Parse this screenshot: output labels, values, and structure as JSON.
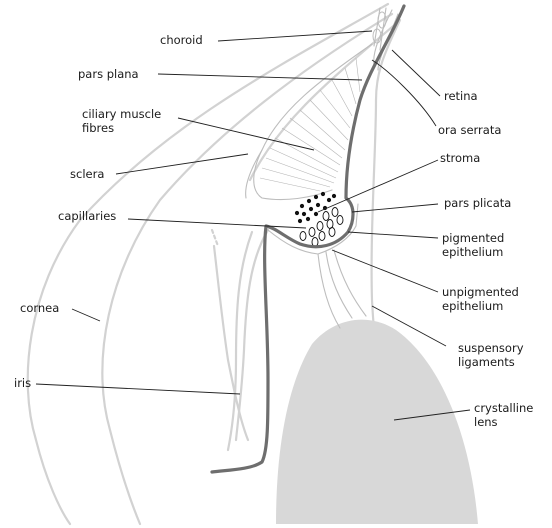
{
  "diagram": {
    "labels": {
      "choroid": "choroid",
      "pars_plana": "pars plana",
      "ciliary_muscle_line1": "ciliary muscle",
      "ciliary_muscle_line2": "fibres",
      "sclera": "sclera",
      "capillaries": "capillaries",
      "cornea": "cornea",
      "iris": "iris",
      "retina": "retina",
      "ora_serrata": "ora serrata",
      "stroma": "stroma",
      "pars_plicata": "pars plicata",
      "pigmented_line1": "pigmented",
      "pigmented_line2": "epithelium",
      "unpigmented_line1": "unpigmented",
      "unpigmented_line2": "epithelium",
      "suspensory_line1": "suspensory",
      "suspensory_line2": "ligaments",
      "lens_line1": "crystalline",
      "lens_line2": "lens"
    },
    "colors": {
      "lens_fill": "#d8d8d8",
      "epithelium_stroke": "#6e6e6e",
      "tissue_outline": "#d2d2d2",
      "leader_line": "#222222"
    }
  }
}
